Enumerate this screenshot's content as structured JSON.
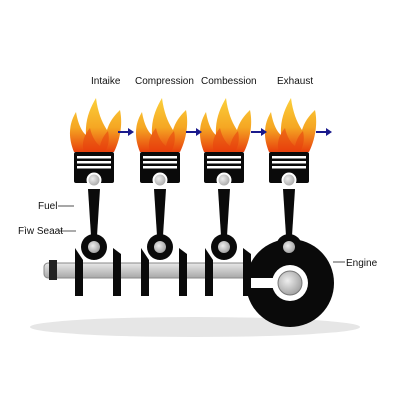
{
  "stages": [
    {
      "label": "Intaike"
    },
    {
      "label": "Compression"
    },
    {
      "label": "Combession"
    },
    {
      "label": "Exhaust"
    }
  ],
  "callouts": {
    "fuel": "Fuel",
    "flywheel": "Fìw Seaat",
    "engine": "Engine"
  },
  "colors": {
    "flame_outer": "#f5a623",
    "flame_inner": "#e8400c",
    "arrow": "#1a1a8c",
    "rod": "#0a0a0a",
    "crankshaft": "#c8c8c8",
    "floor_shadow": "#e6e6e6"
  }
}
